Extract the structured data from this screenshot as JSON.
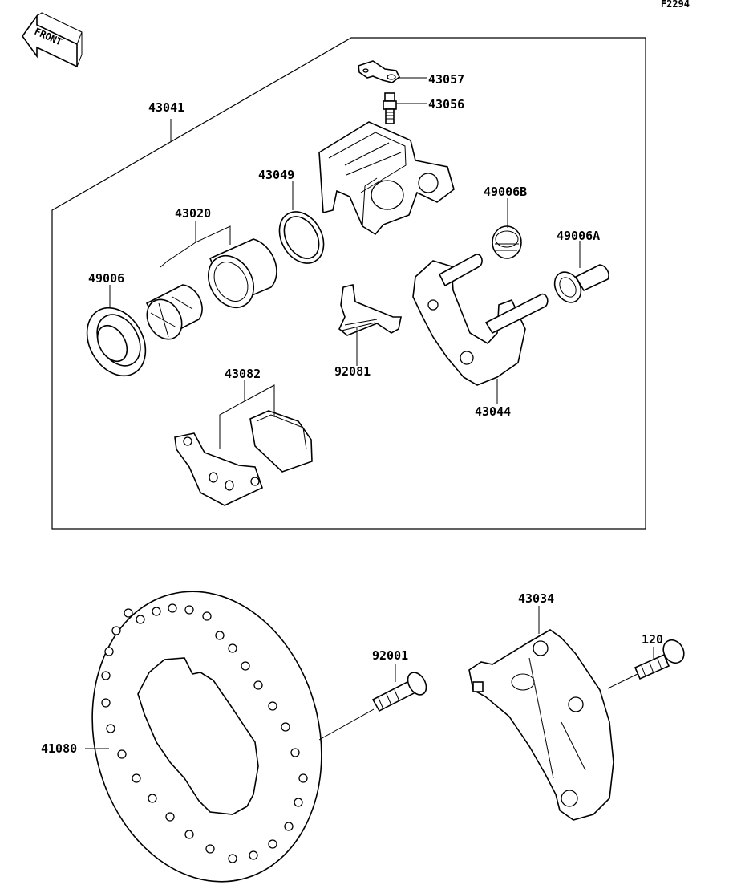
{
  "diagram_code": "F2294",
  "front_indicator": "FRONT",
  "parts": {
    "p43041": "43041",
    "p43057": "43057",
    "p43056": "43056",
    "p43049": "43049",
    "p43020": "43020",
    "p49006B": "49006B",
    "p49006A": "49006A",
    "p49006": "49006",
    "p92081": "92081",
    "p43044": "43044",
    "p43082": "43082",
    "p43034": "43034",
    "p120": "120",
    "p92001": "92001",
    "p41080": "41080"
  }
}
